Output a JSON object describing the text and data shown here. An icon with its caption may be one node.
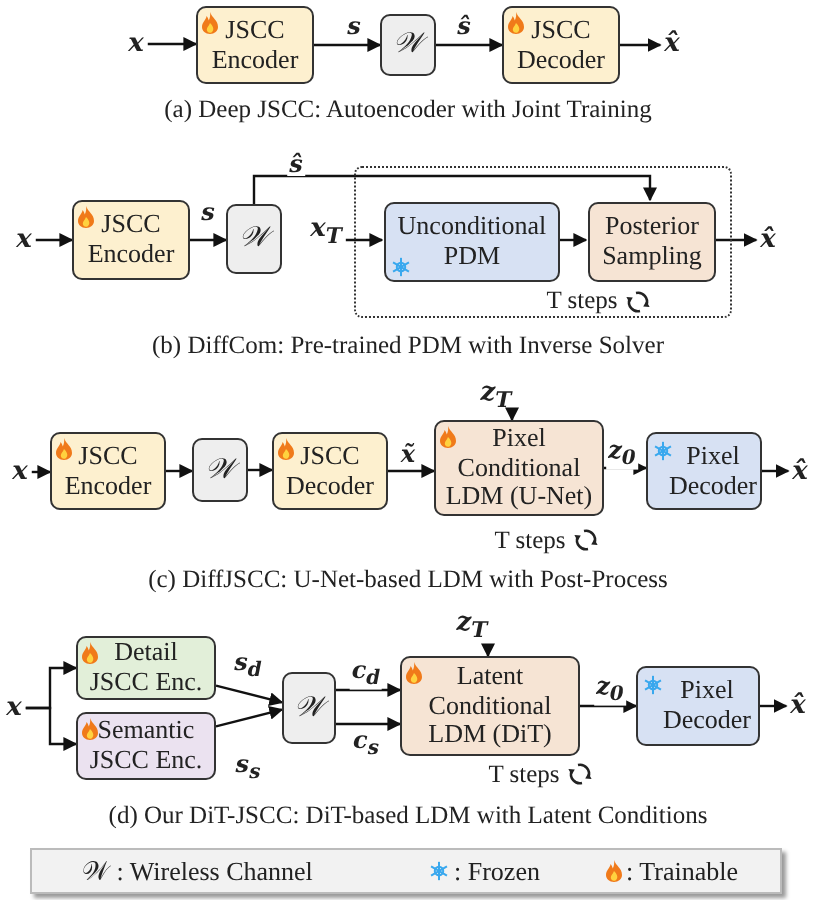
{
  "diagram": {
    "nodes": [
      {
        "text": [
          "x"
        ]
      },
      {
        "text": [
          "JSCC Encoder"
        ]
      },
      {
        "text": [
          "𝒲"
        ]
      },
      {
        "text": [
          "JSCC Decoder"
        ]
      },
      {
        "text": [
          "x̂"
        ]
      },
      {
        "text": [
          "x"
        ]
      },
      {
        "text": [
          "JSCC Encoder"
        ]
      },
      {
        "text": [
          "𝒲"
        ]
      },
      {
        "text": [
          "x$_{T}$"
        ]
      },
      {
        "text": [
          "T steps"
        ]
      },
      {
        "text": [
          "Unconditional PDM"
        ],
        "in": 9
      },
      {
        "text": [
          "Posterior Sampling"
        ],
        "in": 9
      },
      {
        "text": [
          "x̂"
        ]
      },
      {
        "text": [
          "x"
        ]
      },
      {
        "text": [
          "JSCC Encoder"
        ]
      },
      {
        "text": [
          "𝒲"
        ]
      },
      {
        "text": [
          "JSCC Decoder"
        ]
      },
      {
        "text": [
          "z$_{T}$"
        ]
      },
      {
        "text": [
          "Pixel Conditional LDM (U-Net)"
        ],
        "beside": [
          "T steps"
        ]
      },
      {
        "text": [
          "Pixel Decoder"
        ]
      },
      {
        "text": [
          "x̂"
        ]
      },
      {
        "text": [
          "x"
        ]
      },
      {
        "text": [
          "Detail JSCC Enc."
        ]
      },
      {
        "text": [
          "Semantic JSCC Enc."
        ]
      },
      {
        "text": [
          "𝒲"
        ]
      },
      {
        "text": [
          "z$_{T}$"
        ]
      },
      {
        "text": [
          "Latent Conditional LDM (DiT)"
        ],
        "beside": [
          "T steps"
        ]
      },
      {
        "text": [
          "Pixel Decoder"
        ]
      },
      {
        "text": [
          "x̂"
        ]
      }
    ],
    "edges": [
      {
        "from": 0,
        "to": 1,
        "arrow": "to"
      },
      {
        "from": 1,
        "to": 2,
        "arrow": "to",
        "label": "s"
      },
      {
        "from": 2,
        "to": 3,
        "arrow": "to",
        "label": "ŝ"
      },
      {
        "from": 3,
        "to": 4,
        "arrow": "to"
      },
      {
        "from": 5,
        "to": 6,
        "arrow": "to"
      },
      {
        "from": 6,
        "to": 7,
        "arrow": "to",
        "label": "s"
      },
      {
        "from": 7,
        "to": 11,
        "arrow": "to",
        "label": "ŝ"
      },
      {
        "from": 8,
        "to": 10,
        "arrow": "to"
      },
      {
        "from": 10,
        "to": 11,
        "arrow": "to"
      },
      {
        "from": 11,
        "to": 12,
        "arrow": "to"
      },
      {
        "from": 13,
        "to": 14,
        "arrow": "to"
      },
      {
        "from": 14,
        "to": 15,
        "arrow": "to"
      },
      {
        "from": 15,
        "to": 16,
        "arrow": "to"
      },
      {
        "from": 16,
        "to": 18,
        "arrow": "to",
        "label": "x̃"
      },
      {
        "from": 17,
        "to": 18,
        "arrow": "to"
      },
      {
        "from": 18,
        "to": 19,
        "arrow": "to",
        "label": "z$_{0}$"
      },
      {
        "from": 19,
        "to": 20,
        "arrow": "to"
      },
      {
        "from": 21,
        "to": 22,
        "arrow": "to"
      },
      {
        "from": 21,
        "to": 23,
        "arrow": "to"
      },
      {
        "from": 22,
        "to": 24,
        "arrow": "to",
        "label": "s$_{d}$"
      },
      {
        "from": 23,
        "to": 24,
        "arrow": "to",
        "label": "s$_{s}$"
      },
      {
        "from": 24,
        "to": 26,
        "arrow": "to",
        "label": "c$_{d}$"
      },
      {
        "from": 24,
        "to": 26,
        "arrow": "to",
        "label": "c$_{s}$"
      },
      {
        "from": 25,
        "to": 26,
        "arrow": "to"
      },
      {
        "from": 26,
        "to": 27,
        "arrow": "to",
        "label": "z$_{0}$"
      },
      {
        "from": 27,
        "to": 28,
        "arrow": "to"
      }
    ],
    "labels": [
      "(a) Deep JSCC: Autoencoder with Joint Training",
      "(b) DiffCom: Pre-trained PDM with Inverse Solver",
      "(c) DiffJSCC:  U-Net-based LDM with Post-Process",
      "(d) Our DiT-JSCC: DiT-based LDM with Latent Conditions"
    ],
    "legend": [
      {
        "text": "𝒲 : Wireless Channel"
      },
      {
        "text": ": Frozen"
      },
      {
        "text": ": Trainable"
      }
    ]
  }
}
